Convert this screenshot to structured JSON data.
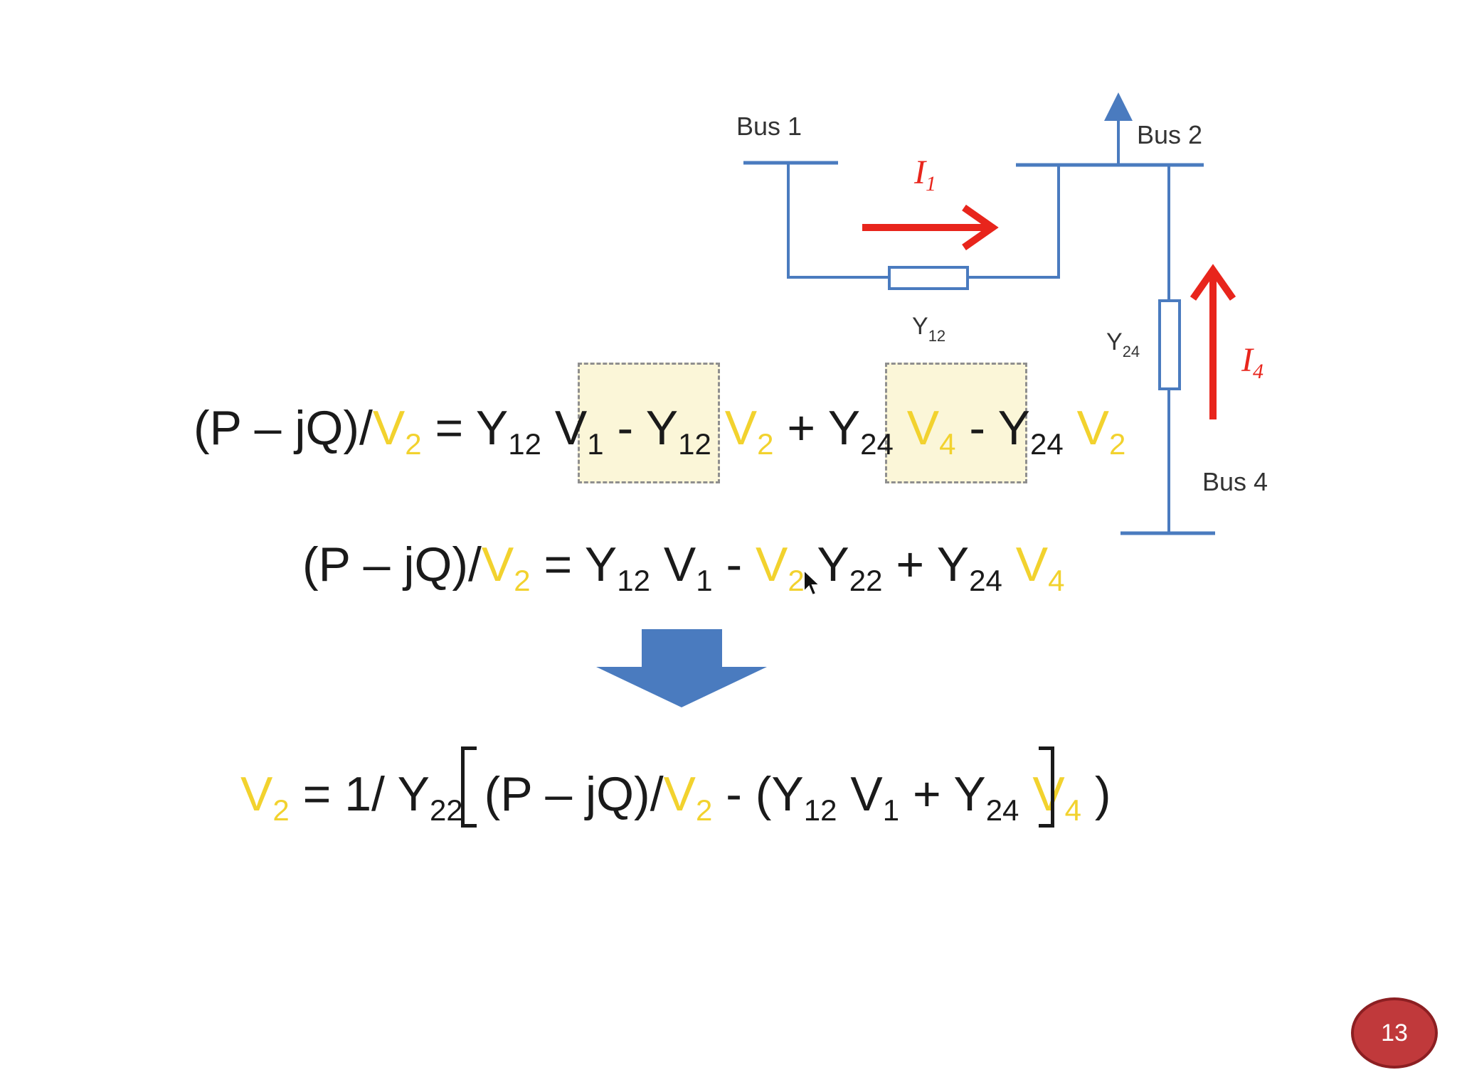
{
  "diagram": {
    "bus1_label": "Bus 1",
    "bus2_label": "Bus 2",
    "bus4_label": "Bus 4",
    "current1_label": "I",
    "current1_sub": "1",
    "current4_label": "I",
    "current4_sub": "4",
    "y12_label": "Y",
    "y12_sub": "12",
    "y24_label": "Y",
    "y24_sub": "24",
    "line_color": "#4a7bbf",
    "arrow_color": "#e8251c",
    "big_arrow_color": "#4a7bbf"
  },
  "equations": {
    "eq1": {
      "lhs": "(P – jQ)/",
      "lhs_v": "V",
      "lhs_v_sub": "2",
      "eq_sign": " = Y",
      "t1_sub": "12",
      "t1_v": " V",
      "t1_v_sub": "1",
      "t2_op": " - Y",
      "t2_sub": "12",
      "t2_v": " V",
      "t2_v_sub": "2",
      "t3_op": " + Y",
      "t3_sub": "24",
      "t3_v": " V",
      "t3_v_sub": "4",
      "t4_op": " - Y",
      "t4_sub": "24",
      "t4_v": " V",
      "t4_v_sub": "2"
    },
    "eq2": {
      "lhs": "(P – jQ)/",
      "lhs_v": "V",
      "lhs_v_sub": "2",
      "eq_sign": " = Y",
      "t1_sub": "12",
      "t1_v": " V",
      "t1_v_sub": "1",
      "t2_op": " - ",
      "t2_v": "V",
      "t2_v_sub": "2",
      "t2_y": " Y",
      "t2_y_sub": "22",
      "t3_op": "  + Y",
      "t3_sub": "24",
      "t3_v": " V",
      "t3_v_sub": "4"
    },
    "eq3": {
      "lhs_v": "V",
      "lhs_v_sub": "2",
      "eq_part": " = 1/ Y",
      "y22_sub": "22",
      "inner": "(P – jQ)/",
      "inner_v": "V",
      "inner_v_sub": "2",
      "minus": " - (Y",
      "y12_sub": "12",
      "v1": " V",
      "v1_sub": "1",
      "plus": " + Y",
      "y24_sub": "24",
      "v4": " V",
      "v4_sub": "4",
      "close": " )"
    }
  },
  "page_number": "13"
}
